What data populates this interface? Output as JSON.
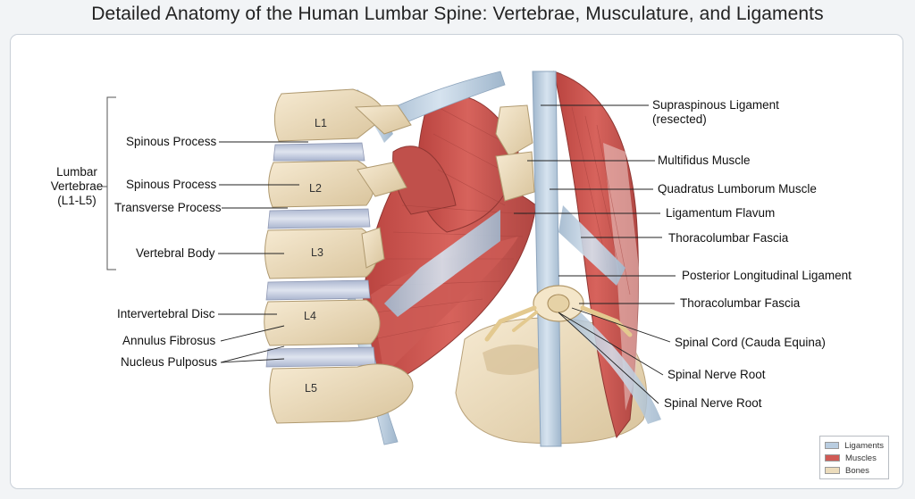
{
  "title": "Detailed Anatomy of the Human Lumbar Spine: Vertebrae, Musculature, and Ligaments",
  "group_label": {
    "line1": "Lumbar",
    "line2": "Vertebrae",
    "line3": "(L1-L5)"
  },
  "vertebra_labels": [
    "L1",
    "L2",
    "L3",
    "L4",
    "L5"
  ],
  "left_labels": {
    "spinous_process_1": "Spinous Process",
    "spinous_process_2": "Spinous Process",
    "transverse_process": "Transverse Process",
    "vertebral_body": "Vertebral Body",
    "intervertebral_disc": "Intervertebral Disc",
    "annulus_fibrosus": "Annulus Fibrosus",
    "nucleus_pulposus": "Nucleus Pulposus"
  },
  "right_labels": {
    "supraspinous_line1": "Supraspinous Ligament",
    "supraspinous_line2": "(resected)",
    "multifidus": "Multifidus Muscle",
    "quadratus_lumborum": "Quadratus Lumborum Muscle",
    "ligamentum_flavum": "Ligamentum Flavum",
    "thoracolumbar_fascia_1": "Thoracolumbar Fascia",
    "posterior_longitudinal": "Posterior Longitudinal Ligament",
    "thoracolumbar_fascia_2": "Thoracolumbar Fascia",
    "spinal_cord": "Spinal Cord (Cauda Equina)",
    "spinal_nerve_root_1": "Spinal Nerve Root",
    "spinal_nerve_root_2": "Spinal Nerve Root"
  },
  "legend": [
    {
      "label": "Ligaments",
      "color": "#b9cde0"
    },
    {
      "label": "Muscles",
      "color": "#d05a55"
    },
    {
      "label": "Bones",
      "color": "#ecdcbc"
    }
  ],
  "colors": {
    "bone": "#ecdcbc",
    "muscle": "#c8534e",
    "ligament": "#b9cde0",
    "disc": "#c7cfe0"
  }
}
